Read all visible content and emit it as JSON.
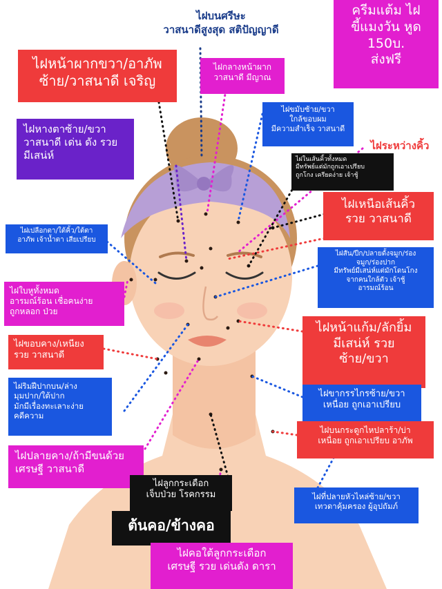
{
  "colors": {
    "red": "#ef3b3b",
    "purple": "#6a22c9",
    "blue": "#1a57e0",
    "magenta": "#e21fcf",
    "black": "#111111",
    "skin": "#f8d2b6",
    "headband": "#b79fd6"
  },
  "labels": {
    "top_head": "ไฝบนศรีษะ\nวาสนาดีสูงสุด สติปัญญาดี",
    "promo": "ครีมแต้ม ไฝ\nขี้แมงวัน หูด\n150บ.\nส่งฟรี",
    "forehead_side": "ไฝหน้าผากขวา/อาภัพ\nซ้าย/วาสนาดี เจริญ",
    "forehead_center": "ไฝกลางหน้าผาก\nวาสนาดี มีญาณ",
    "temple": "ไฝขมับซ้าย/ขวา\nใกล้ขอบผม\nมีความสำเร็จ วาสนาดี",
    "eye_corner": "ไฝหางตาซ้าย/ขวา\nวาสนาดี เด่น ดัง รวย\nมีเสน่ห์",
    "between_brows": "ไฝระหว่างคิ้ว",
    "in_brow": "ไฝในเส้นคิ้วทั้งหมด\nมีทรัพย์แต่มักถูกเอาเปรียบ\nถูกโกง เครียดง่าย เจ้าชู้",
    "above_brow": "ไฝเหนือเส้นคิ้ว\nรวย วาสนาดี",
    "eyelid": "ไฝเปลือกตา/ใต้คิ้ว/ใต้ตา\nอาภัพ เจ้าน้ำตา เสียเปรียบ",
    "nose": "ไฝสัน/ปีก/ปลายดั้งจมูก/ร่อง\nจมูก/ร่องปาก\nมีทรัพย์มีเสน่ห์แต่มักโดนโกง\nจากคนใกล้ตัว เจ้าชู้\nอารมณ์ร้อน",
    "ear": "ไฝใบหูทั้งหมด\nอารมณ์ร้อน เชื่อคนง่าย\nถูกหลอก ป่วย",
    "cheek": "ไฝหน้าแก้ม/ลักยิ้ม\nมีเสน่ห์ รวย\nซ้าย/ขวา",
    "jaw_edge": "ไฝขอบคาง/เหนียง\nรวย วาสนาดี",
    "lips": "ไฝริมฝีปากบน/ล่าง\nมุมปาก/ใต้ปาก\nมักมีเรื่องทะเลาะง่าย\nคดีความ",
    "jaw_bone": "ไฝขากรรไกรซ้าย/ขวา\nเหนื่อย ถูกเอาเปรียบ",
    "collarbone": "ไฝบนกระดูกไหปลาร้า/บ่า\nเหนื่อย ถูกเอาเปรียบ อาภัพ",
    "chin_tip": "ไฝปลายคาง/ถ้ามีขนด้วย\nเศรษฐี วาสนาดี",
    "adams_apple": "ไฝลูกกระเดือก\nเจ็บป่วย โรคกรรม",
    "shoulder_tip": "ไฝที่ปลายหัวไหล่ซ้าย/ขวา\nเทวดาคุ้มครอง ผู้อุปถัมภ์",
    "neck": "ต้นคอ/ข้างคอ",
    "below_adams_apple": "ไฝคอใต้ลูกกระเดือก\nเศรษฐี รวย เด่นดัง ดารา"
  }
}
